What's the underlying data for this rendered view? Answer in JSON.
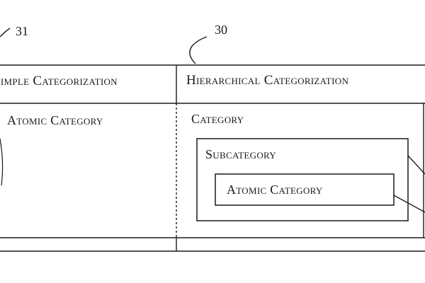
{
  "refs": {
    "left": "31",
    "right": "30"
  },
  "headers": {
    "left": "Simple Categorization",
    "right": "Hierarchical Categorization"
  },
  "left_panel": {
    "atomic": "Atomic Category"
  },
  "right_panel": {
    "category": "Category",
    "subcategory": "Subcategory",
    "atomic": "Atomic Category"
  },
  "colors": {
    "ink": "#1a1a1a",
    "background": "#ffffff"
  }
}
